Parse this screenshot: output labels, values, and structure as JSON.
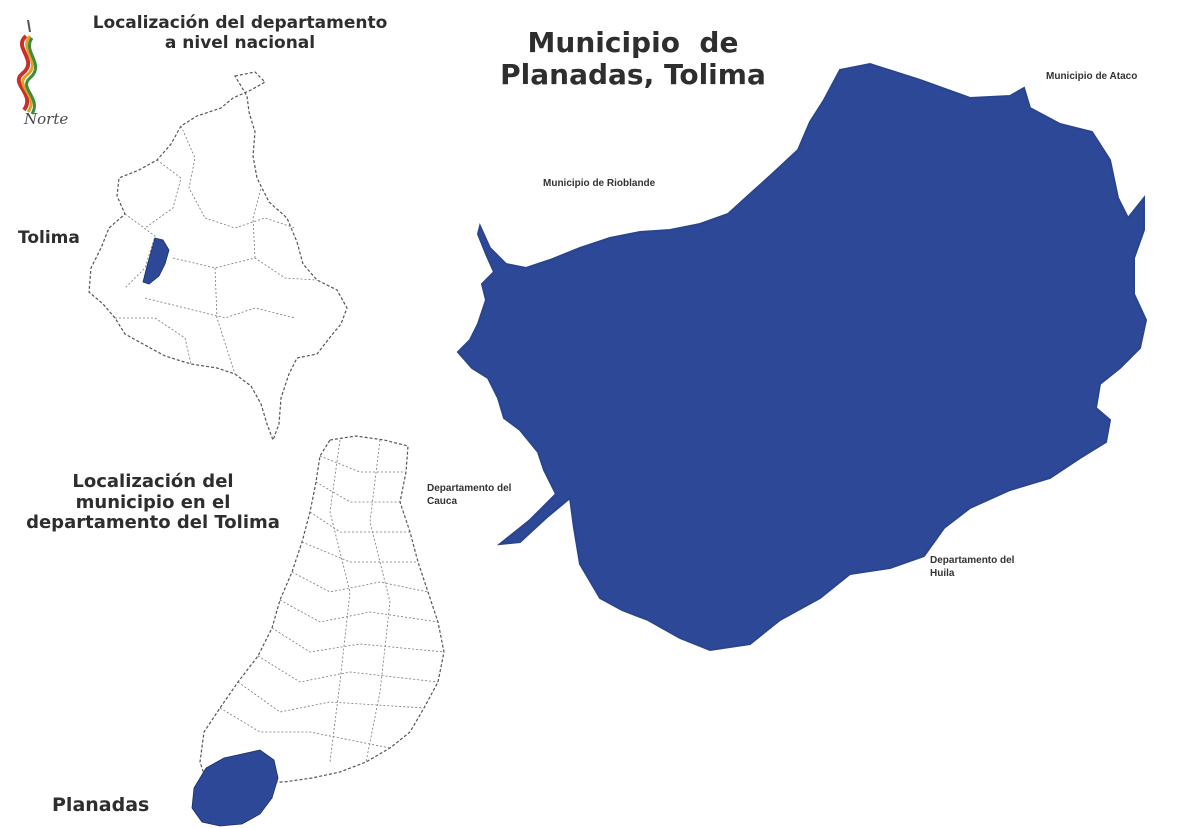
{
  "logo": {
    "text": "Norte"
  },
  "national_map": {
    "title_line1": "Localización del departamento",
    "title_line2": "a nivel nacional",
    "highlight_label": "Tolima"
  },
  "department_map": {
    "title_line1": "Localización del",
    "title_line2": "municipio en el",
    "title_line3": "departamento del Tolima",
    "highlight_label": "Planadas"
  },
  "municipality_map": {
    "title_line1": "Municipio  de",
    "title_line2": "Planadas, Tolima",
    "neighbors": {
      "ataco": "Municipio de Ataco",
      "rioblanco": "Municipio de Rioblande",
      "cauca_line1": "Departamento del",
      "cauca_line2": "Cauca",
      "huila_line1": "Departamento del",
      "huila_line2": "Huila"
    }
  },
  "colors": {
    "highlight": "#2c4896",
    "outline": "#555555"
  }
}
